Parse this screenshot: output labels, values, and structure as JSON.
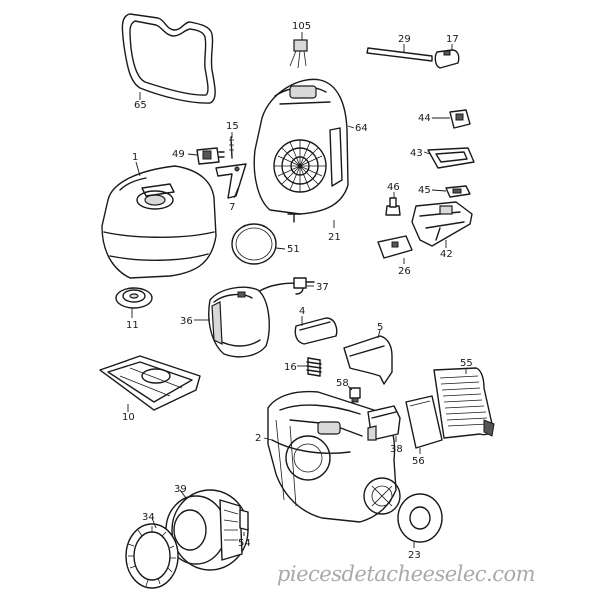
{
  "parts": [
    {
      "id": "p65",
      "label": "65"
    },
    {
      "id": "p105",
      "label": "105"
    },
    {
      "id": "p29",
      "label": "29"
    },
    {
      "id": "p17",
      "label": "17"
    },
    {
      "id": "p64",
      "label": "64"
    },
    {
      "id": "p15",
      "label": "15"
    },
    {
      "id": "p49",
      "label": "49"
    },
    {
      "id": "p1",
      "label": "1"
    },
    {
      "id": "p7",
      "label": "7"
    },
    {
      "id": "p44",
      "label": "44"
    },
    {
      "id": "p43",
      "label": "43"
    },
    {
      "id": "p46",
      "label": "46"
    },
    {
      "id": "p45",
      "label": "45"
    },
    {
      "id": "p21",
      "label": "21"
    },
    {
      "id": "p51",
      "label": "51"
    },
    {
      "id": "p42",
      "label": "42"
    },
    {
      "id": "p26",
      "label": "26"
    },
    {
      "id": "p37",
      "label": "37"
    },
    {
      "id": "p11",
      "label": "11"
    },
    {
      "id": "p36",
      "label": "36"
    },
    {
      "id": "p4",
      "label": "4"
    },
    {
      "id": "p5",
      "label": "5"
    },
    {
      "id": "p16",
      "label": "16"
    },
    {
      "id": "p58",
      "label": "58"
    },
    {
      "id": "p55",
      "label": "55"
    },
    {
      "id": "p10",
      "label": "10"
    },
    {
      "id": "p2",
      "label": "2"
    },
    {
      "id": "p38",
      "label": "38"
    },
    {
      "id": "p56",
      "label": "56"
    },
    {
      "id": "p39",
      "label": "39"
    },
    {
      "id": "p34",
      "label": "34"
    },
    {
      "id": "p54",
      "label": "54"
    },
    {
      "id": "p23",
      "label": "23"
    }
  ],
  "watermark": "piecesdetacheeselec.com"
}
